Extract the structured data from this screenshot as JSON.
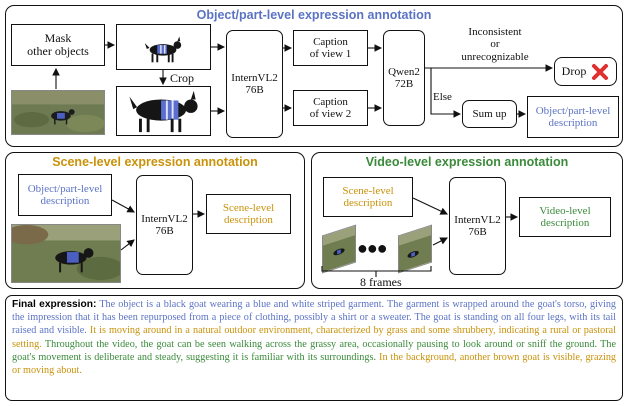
{
  "colors": {
    "blue": "#5b73c4",
    "orange": "#c9920a",
    "green": "#3a8a3a",
    "red": "#e03030"
  },
  "object_panel": {
    "title": "Object/part-level expression annotation",
    "mask_label": "Mask\nother objects",
    "crop_label": "Crop",
    "internvl": "InternVL2\n76B",
    "caption_1": "Caption\nof view 1",
    "caption_2": "Caption\nof view 2",
    "qwen": "Qwen2\n72B",
    "inconsistent": "Inconsistent\nor\nunrecognizable",
    "drop": "Drop",
    "drop_icon": "cross-icon",
    "else": "Else",
    "sum_up": "Sum up",
    "output": "Object/part-level\ndescription"
  },
  "scene_panel": {
    "title": "Scene-level expression annotation",
    "input": "Object/part-level\ndescription",
    "internvl": "InternVL2\n76B",
    "output": "Scene-level\ndescription"
  },
  "video_panel": {
    "title": "Video-level expression annotation",
    "input": "Scene-level\ndescription",
    "frames": "8 frames",
    "internvl": "InternVL2\n76B",
    "output": "Video-level\ndescription"
  },
  "final": {
    "label": "Final expression",
    "seg1": "The object is a black goat wearing a blue and white striped garment. The garment is wrapped around the goat's torso, giving the impression that it has been repurposed from a piece of clothing, possibly a shirt or a sweater. The goat is standing on all four legs, with its tail raised and visible.",
    "seg2": "It is moving around in a natural outdoor environment, characterized by grass and some shrubbery, indicating a rural or pastoral setting.",
    "seg3": "Throughout the video, the goat can be seen walking across the grassy area, occasionally pausing to look around or sniff the ground. The goat's movement is deliberate and steady, suggesting it is familiar with its surroundings.",
    "seg4": "In the background, another brown goat is visible, grazing or moving about."
  }
}
